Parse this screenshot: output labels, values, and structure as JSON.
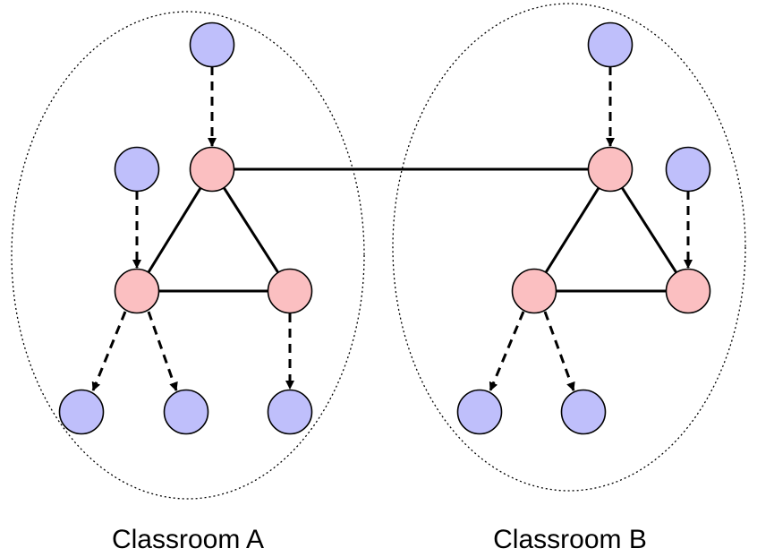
{
  "colors": {
    "core_node": "#fbbfc1",
    "peripheral_node": "#bfbffb",
    "edge": "#000000",
    "background": "#ffffff"
  },
  "groups": [
    {
      "id": "A",
      "label": "Classroom A"
    },
    {
      "id": "B",
      "label": "Classroom B"
    }
  ],
  "node_types": {
    "core": "pink node",
    "peripheral": "lavender node"
  }
}
